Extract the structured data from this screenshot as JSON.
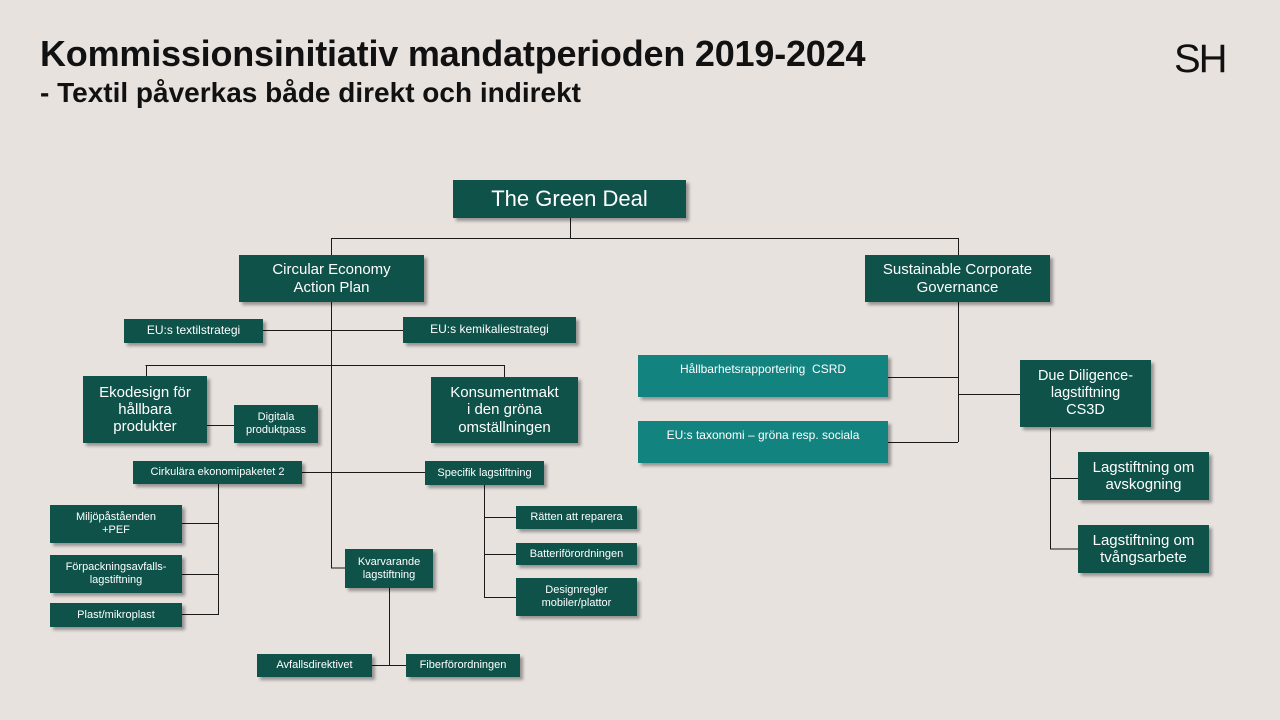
{
  "header": {
    "title": "Kommissionsinitiativ mandatperioden 2019-2024",
    "subtitle": "- Textil påverkas både direkt och indirekt",
    "logo": "SH"
  },
  "diagram": {
    "nodes": {
      "green_deal": "The Green Deal",
      "ceap": "Circular Economy\nAction Plan",
      "scg": "Sustainable Corporate\nGovernance",
      "textilstrategi": "EU:s textilstrategi",
      "kemikaliestrategi": "EU:s kemikaliestrategi",
      "ekodesign": "Ekodesign för\nhållbara\nprodukter",
      "digitala": "Digitala\nproduktpass",
      "konsumentmakt": "Konsumentmakt\ni den gröna\nomställningen",
      "cirkulara": "Cirkulära ekonomipaketet 2",
      "specifik": "Specifik lagstiftning",
      "miljopastaenden": "Miljöpåståenden\n+PEF",
      "forpackning": "Förpackningsavfalls-\nlagstiftning",
      "plast": "Plast/mikroplast",
      "ratten": "Rätten att reparera",
      "batteri": "Batteriförordningen",
      "designregler": "Designregler\nmobiler/plattor",
      "kvarvarande": "Kvarvarande\nlagstiftning",
      "avfall": "Avfallsdirektivet",
      "fiber": "Fiberförordningen",
      "csrd": "Hållbarhetsrapportering  CSRD",
      "taxonomi": "EU:s taxonomi – gröna resp. sociala",
      "cs3d": "Due Diligence-\nlagstiftning\nCS3D",
      "avskogning": "Lagstiftning om\navskogning",
      "tvangsarbete": "Lagstiftning om\ntvångsarbete"
    }
  },
  "colors": {
    "box_dark": "#0e5249",
    "box_teal": "#138380",
    "background": "#e8e2df"
  }
}
